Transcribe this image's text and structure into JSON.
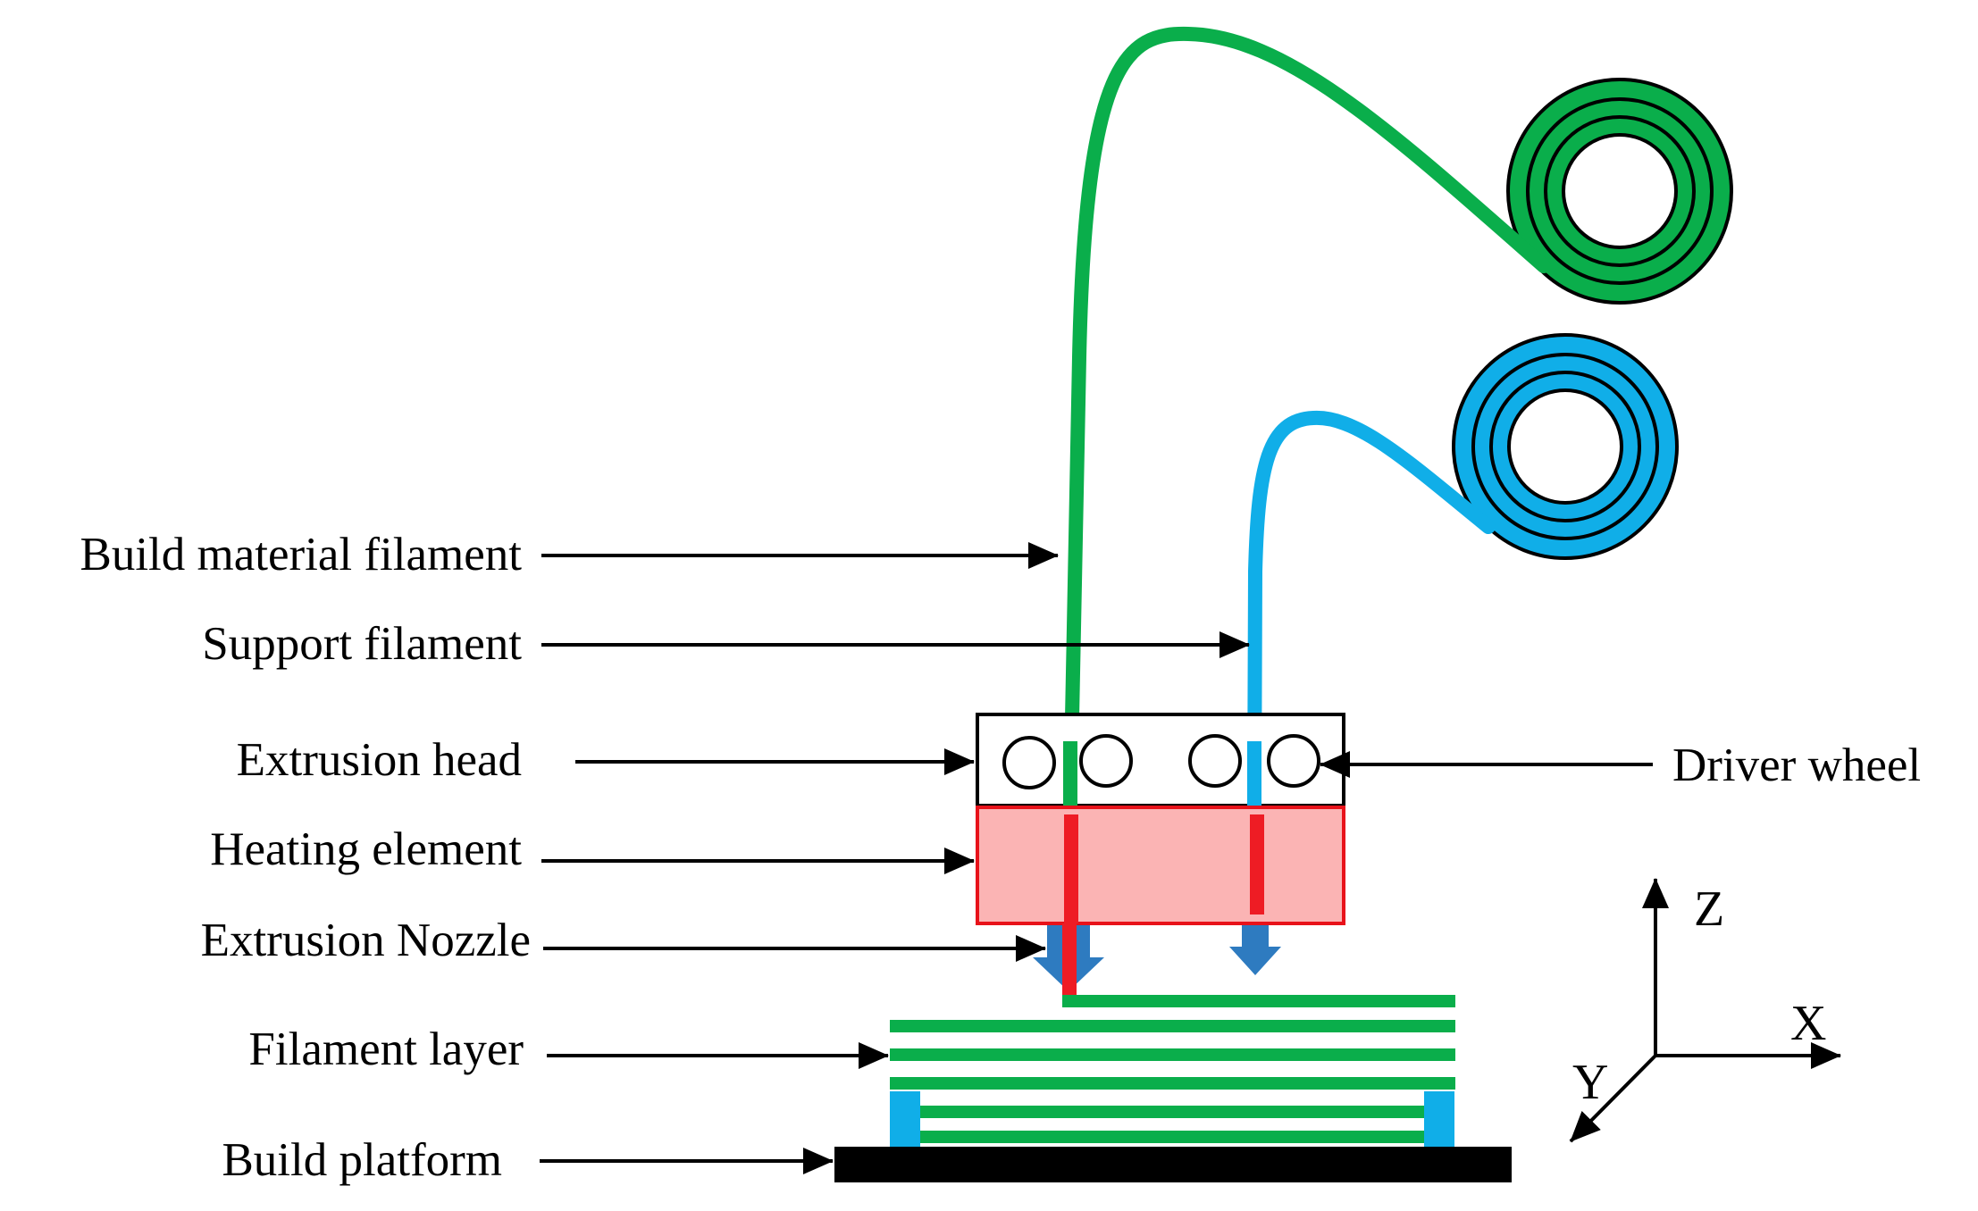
{
  "labels": {
    "build_material_filament": "Build material filament",
    "support_filament": "Support filament",
    "extrusion_head": "Extrusion head",
    "heating_element": "Heating element",
    "extrusion_nozzle": "Extrusion Nozzle",
    "filament_layer": "Filament layer",
    "build_platform": "Build platform",
    "driver_wheel": "Driver wheel"
  },
  "axes": {
    "z": "Z",
    "x": "X",
    "y": "Y"
  },
  "colors": {
    "build_material": "#0aae4b",
    "support": "#10aee8",
    "heating_fill": "#fbb4b4",
    "heating_border": "#e8121a",
    "nozzle_red": "#ee1c24",
    "flow_arrow": "#2e7bc0",
    "platform": "#000000"
  }
}
